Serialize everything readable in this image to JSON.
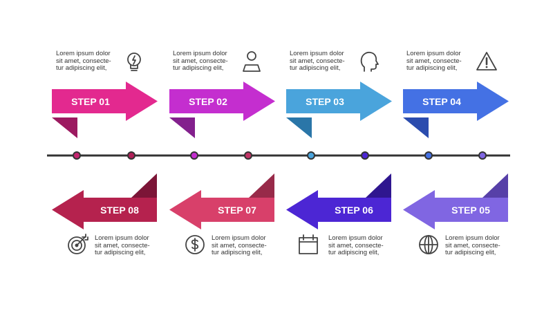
{
  "steps_top": [
    {
      "label": "STEP 01",
      "color": "#e3298f",
      "fold": "#9c1a60",
      "icon": "lightbulb-icon",
      "text": [
        "Lorem ipsum dolor",
        "sit amet, consecte-",
        "tur adipiscing elit,"
      ]
    },
    {
      "label": "STEP 02",
      "color": "#c42ecf",
      "fold": "#83208d",
      "icon": "user-icon",
      "text": [
        "Lorem ipsum dolor",
        "sit amet, consecte-",
        "tur adipiscing elit,"
      ]
    },
    {
      "label": "STEP 03",
      "color": "#4aa4dc",
      "fold": "#2a76a8",
      "icon": "head-profile-icon",
      "text": [
        "Lorem ipsum dolor",
        "sit amet, consecte-",
        "tur adipiscing elit,"
      ]
    },
    {
      "label": "STEP 04",
      "color": "#4471e4",
      "fold": "#2b4cae",
      "icon": "warning-icon",
      "text": [
        "Lorem ipsum dolor",
        "sit amet, consecte-",
        "tur adipiscing elit,"
      ]
    }
  ],
  "steps_bottom": [
    {
      "label": "STEP 08",
      "color": "#b5224e",
      "fold": "#7c1537",
      "icon": "target-icon",
      "text": [
        "Lorem ipsum dolor",
        "sit amet, consecte-",
        "tur adipiscing elit,"
      ]
    },
    {
      "label": "STEP 07",
      "color": "#d8406a",
      "fold": "#982a49",
      "icon": "dollar-icon",
      "text": [
        "Lorem ipsum dolor",
        "sit amet, consecte-",
        "tur adipiscing elit,"
      ]
    },
    {
      "label": "STEP 06",
      "color": "#4c26d4",
      "fold": "#2f168f",
      "icon": "calendar-icon",
      "text": [
        "Lorem ipsum dolor",
        "sit amet, consecte-",
        "tur adipiscing elit,"
      ]
    },
    {
      "label": "STEP 05",
      "color": "#8066e2",
      "fold": "#5740a8",
      "icon": "globe-icon",
      "text": [
        "Lorem ipsum dolor",
        "sit amet, consecte-",
        "tur adipiscing elit,"
      ]
    }
  ],
  "timeline": {
    "line_color": "#333333",
    "dots": [
      "#c4266f",
      "#b02058",
      "#c42ecf",
      "#c23466",
      "#4aa4dc",
      "#4c26d4",
      "#4471e4",
      "#8066e2"
    ]
  }
}
